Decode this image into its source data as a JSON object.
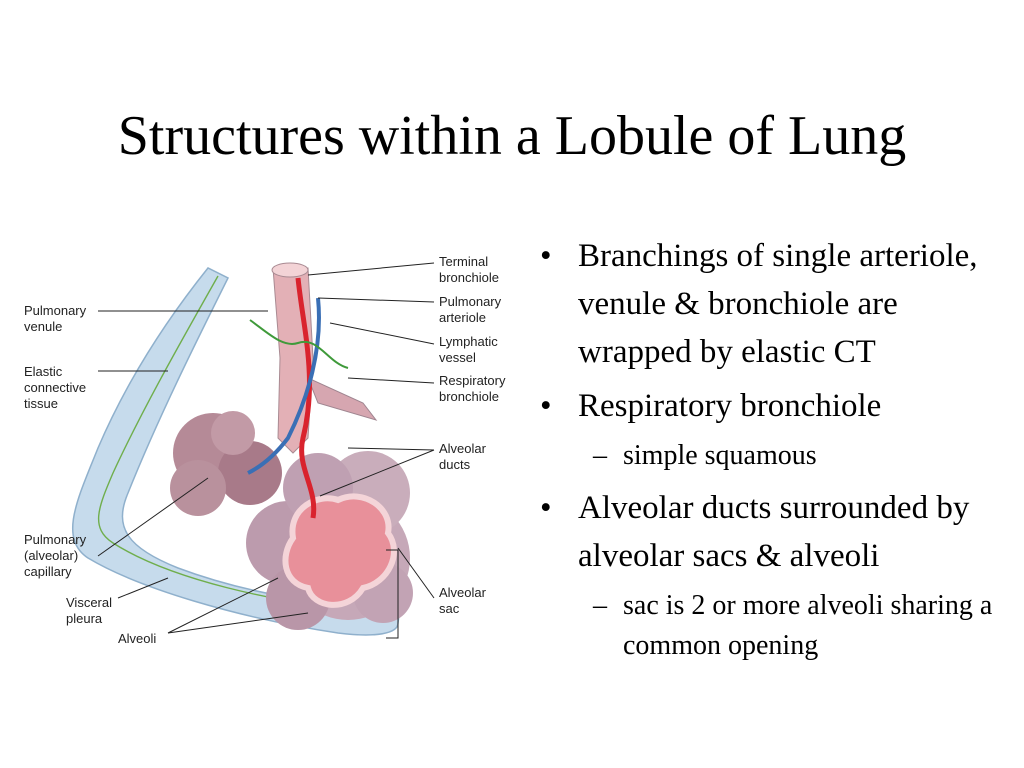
{
  "slide": {
    "title": "Structures within a Lobule of Lung",
    "bullets": [
      {
        "text": "Branchings of single arteriole, venule & bronchiole are wrapped by elastic CT",
        "sub": []
      },
      {
        "text": "Respiratory bronchiole",
        "sub": [
          "simple squamous"
        ]
      },
      {
        "text": "Alveolar ducts surrounded by alveolar sacs & alveoli",
        "sub": [
          "sac is 2 or more alveoli sharing a common opening"
        ]
      }
    ],
    "bullet_glyph": "•",
    "sub_glyph": "–"
  },
  "diagram": {
    "labels": {
      "terminal_bronchiole": "Terminal\nbronchiole",
      "pulmonary_arteriole": "Pulmonary\narteriole",
      "lymphatic_vessel": "Lymphatic\nvessel",
      "respiratory_bronchiole": "Respiratory\nbronchiole",
      "alveolar_ducts": "Alveolar\nducts",
      "alveolar_sac": "Alveolar\nsac",
      "pulmonary_venule": "Pulmonary\nvenule",
      "elastic_connective_tissue": "Elastic\nconnective\ntissue",
      "pulmonary_capillary": "Pulmonary\n(alveolar)\ncapillary",
      "visceral_pleura": "Visceral\npleura",
      "alveoli": "Alveoli"
    },
    "colors": {
      "pleura": "#bcd3e6",
      "bronchiole": "#e8b5b8",
      "artery": "#d9232e",
      "vein": "#3a6fb5",
      "lymph": "#3f9a3a",
      "alveoli": "#c9a7b6",
      "alveoli_cut": "#e78f98",
      "capillary_mass": "#b07e8c"
    }
  }
}
